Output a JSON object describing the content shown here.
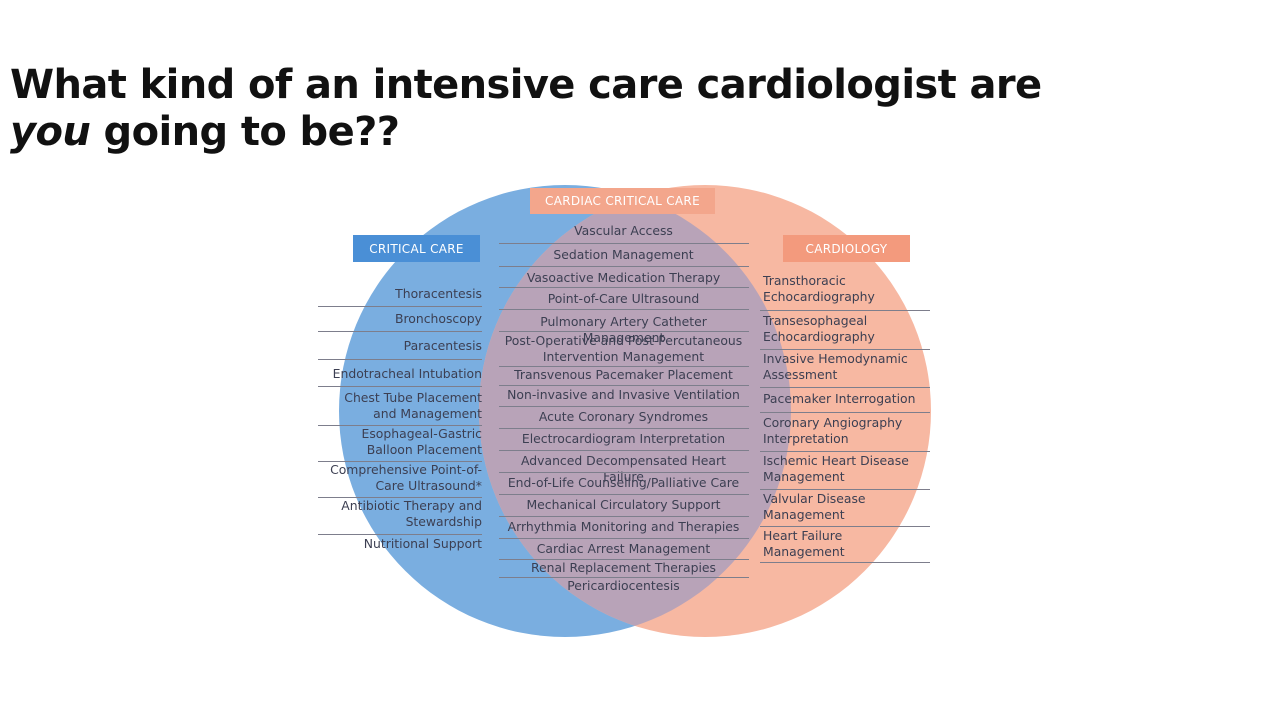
{
  "title": {
    "before": "What kind of an intensive care cardiologist are ",
    "emphasis": "you",
    "after": " going to be??"
  },
  "venn": {
    "colors": {
      "critical_care_circle": "#7aaee0",
      "cardiology_circle": "#f7b8a2",
      "overlap": "#b8a3b8",
      "critical_care_header": "#4a8fd6",
      "cardiology_header": "#f39a7d",
      "cardiac_critical_care_header": "#f3a68c"
    },
    "critical_care": {
      "label": "CRITICAL CARE",
      "items": [
        "Thoracentesis",
        "Bronchoscopy",
        "Paracentesis",
        "Endotracheal Intubation",
        "Chest Tube Placement and Management",
        "Esophageal-Gastric Balloon Placement",
        "Comprehensive Point-of-Care Ultrasound*",
        "Antibiotic Therapy and Stewardship",
        "Nutritional Support"
      ]
    },
    "cardiac_critical_care": {
      "label": "CARDIAC CRITICAL CARE",
      "items": [
        "Vascular Access",
        "Sedation  Management",
        "Vasoactive Medication Therapy",
        "Point-of-Care Ultrasound",
        "Pulmonary Artery Catheter Management",
        "Post-Operative and Post-Percutaneous Intervention Management",
        "Transvenous Pacemaker Placement",
        "Non-invasive and Invasive Ventilation",
        "Acute Coronary Syndromes",
        "Electrocardiogram Interpretation",
        "Advanced Decompensated Heart Failure",
        "End-of-Life Counseling/Palliative Care",
        "Mechanical Circulatory Support",
        "Arrhythmia Monitoring and Therapies",
        "Cardiac Arrest Management",
        "Renal Replacement Therapies",
        "Pericardiocentesis"
      ]
    },
    "cardiology": {
      "label": "CARDIOLOGY",
      "items": [
        "Transthoracic Echocardiography",
        "Transesophageal Echocardiography",
        "Invasive Hemodynamic Assessment",
        "Pacemaker Interrogation",
        "Coronary Angiography Interpretation",
        "Ischemic  Heart Disease Management",
        "Valvular Disease Management",
        "Heart Failure Management"
      ]
    }
  }
}
